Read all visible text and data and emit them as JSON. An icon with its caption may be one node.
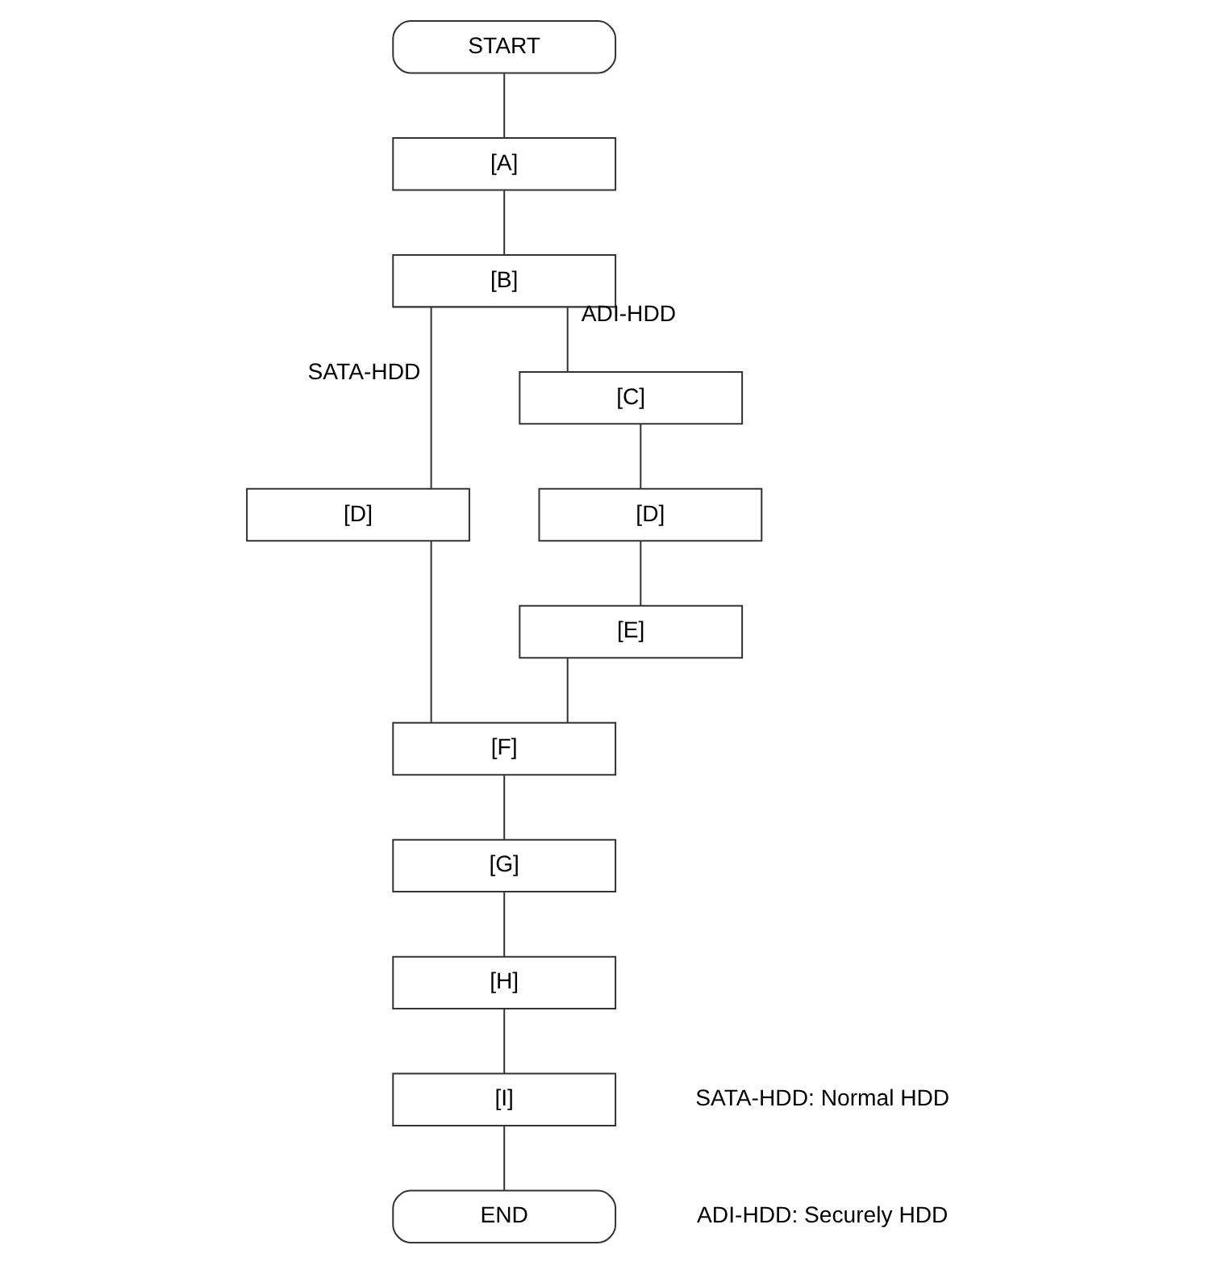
{
  "diagram": {
    "nodes": [
      {
        "text": [
          "START"
        ]
      },
      {
        "text": [
          "[A]"
        ]
      },
      {
        "text": [
          "[B]"
        ]
      },
      {
        "text": [
          "[D]"
        ]
      },
      {
        "text": [
          "[C]"
        ]
      },
      {
        "text": [
          "[D]"
        ]
      },
      {
        "text": [
          "[E]"
        ]
      },
      {
        "text": [
          "[F]"
        ]
      },
      {
        "text": [
          "[G]"
        ]
      },
      {
        "text": [
          "[H]"
        ]
      },
      {
        "text": [
          "[I]"
        ]
      },
      {
        "text": [
          "END"
        ]
      }
    ],
    "edges": [
      {
        "from": 0,
        "to": 1,
        "arrow": "none"
      },
      {
        "from": 1,
        "to": 2,
        "arrow": "none"
      },
      {
        "from": 2,
        "to": 3,
        "arrow": "none",
        "label": "SATA-HDD"
      },
      {
        "from": 2,
        "to": 4,
        "arrow": "none",
        "label": "ADI-HDD"
      },
      {
        "from": 4,
        "to": 5,
        "arrow": "none"
      },
      {
        "from": 5,
        "to": 6,
        "arrow": "none"
      },
      {
        "from": 3,
        "to": 7,
        "arrow": "none"
      },
      {
        "from": 6,
        "to": 7,
        "arrow": "none"
      },
      {
        "from": 7,
        "to": 8,
        "arrow": "none"
      },
      {
        "from": 8,
        "to": 9,
        "arrow": "none"
      },
      {
        "from": 9,
        "to": 10,
        "arrow": "none"
      },
      {
        "from": 10,
        "to": 11,
        "arrow": "none"
      }
    ],
    "labels": [
      "SATA-HDD: Normal HDD",
      "ADI-HDD: Securely HDD"
    ]
  }
}
